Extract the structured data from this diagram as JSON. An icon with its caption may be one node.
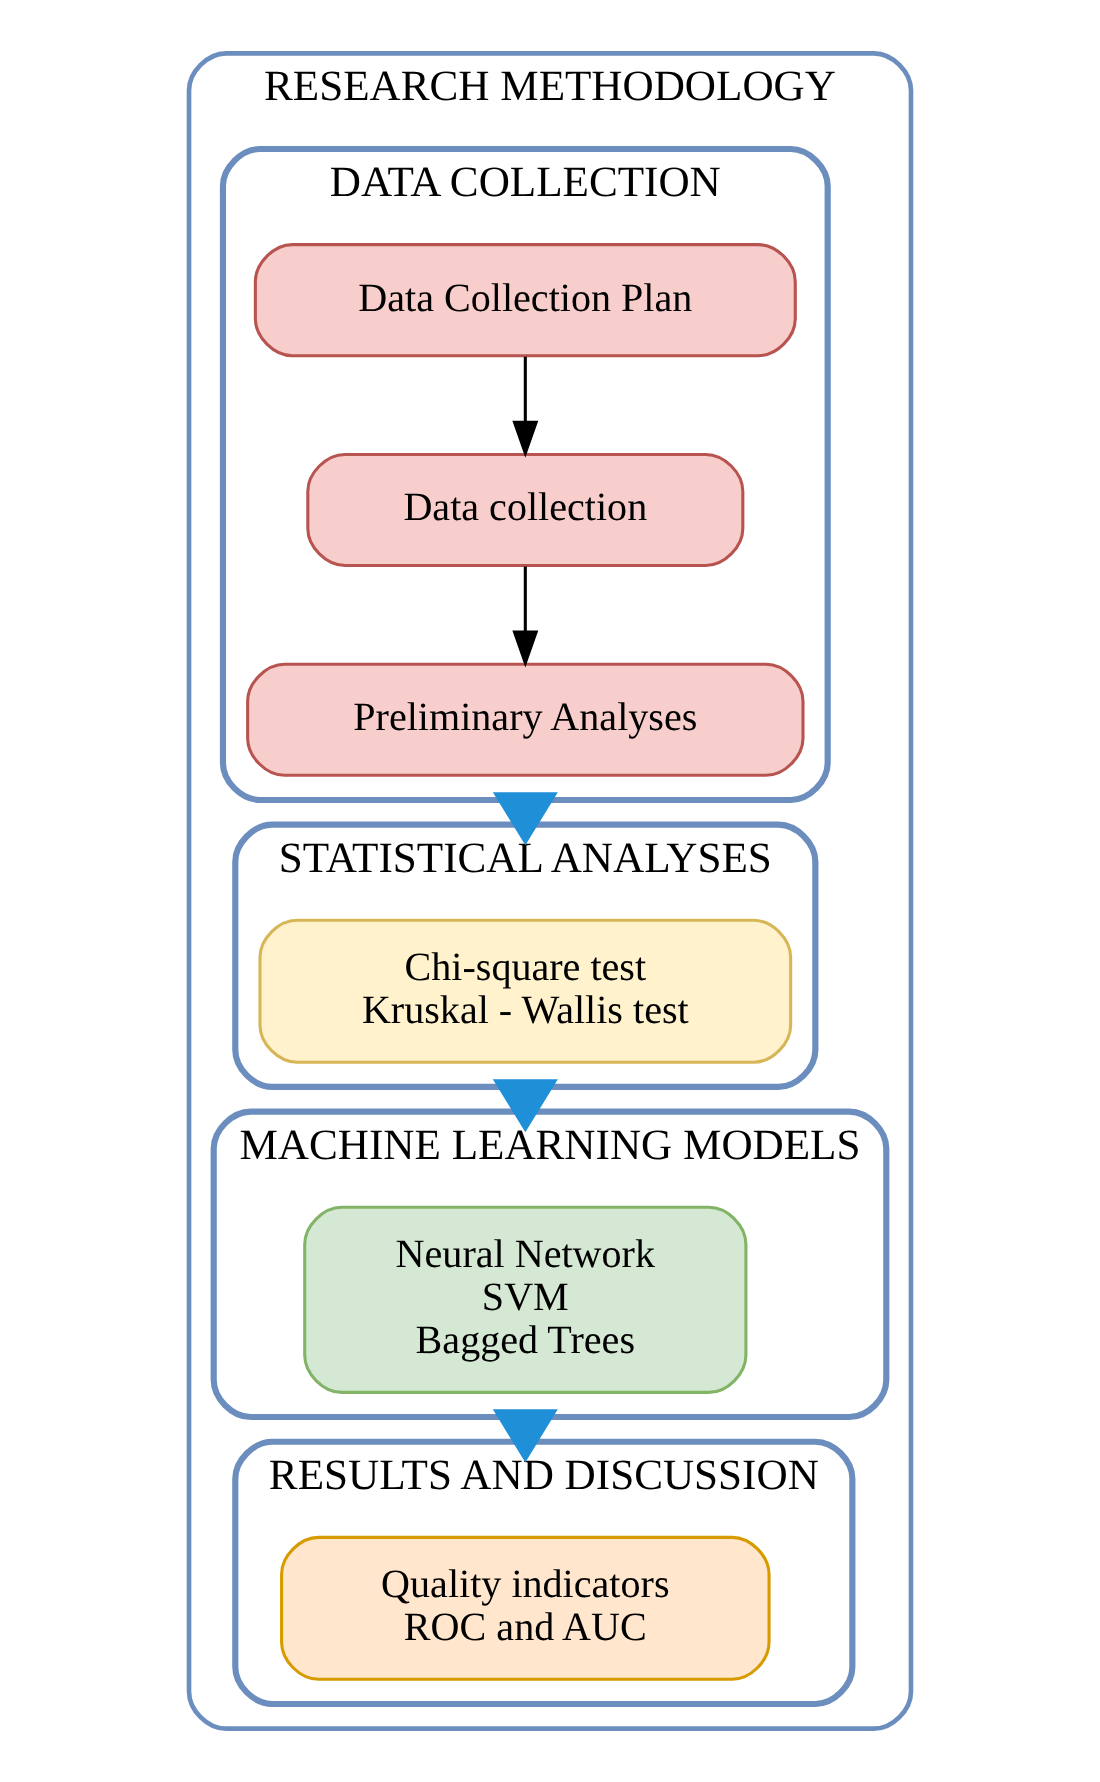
{
  "diagram": {
    "nodes": [
      {
        "text": [
          "RESEARCH METHODOLOGY"
        ]
      },
      {
        "text": [
          "DATA COLLECTION"
        ],
        "in": 0
      },
      {
        "text": [
          "Data Collection Plan"
        ],
        "in": 1
      },
      {
        "text": [
          "Data collection"
        ],
        "in": 1
      },
      {
        "text": [
          "Preliminary Analyses"
        ],
        "in": 1
      },
      {
        "text": [
          "STATISTICAL ANALYSES"
        ],
        "in": 0
      },
      {
        "text": [
          "Chi-square test",
          "Kruskal - Wallis test"
        ],
        "in": 5
      },
      {
        "text": [
          "MACHINE LEARNING MODELS"
        ],
        "in": 0
      },
      {
        "text": [
          "Neural Network",
          "SVM",
          "Bagged Trees"
        ],
        "in": 7
      },
      {
        "text": [
          "RESULTS AND DISCUSSION"
        ],
        "in": 0
      },
      {
        "text": [
          "Quality indicators",
          "ROC and AUC"
        ],
        "in": 9
      }
    ],
    "edges": [
      {
        "from": 2,
        "to": 3,
        "arrow": "to"
      },
      {
        "from": 3,
        "to": 4,
        "arrow": "to"
      },
      {
        "from": 1,
        "to": 5,
        "arrow": "to",
        "style": "thick",
        "color": "#1f8fd8"
      },
      {
        "from": 5,
        "to": 7,
        "arrow": "to",
        "style": "thick",
        "color": "#1f8fd8"
      },
      {
        "from": 7,
        "to": 9,
        "arrow": "to",
        "style": "thick",
        "color": "#1f8fd8"
      }
    ]
  }
}
